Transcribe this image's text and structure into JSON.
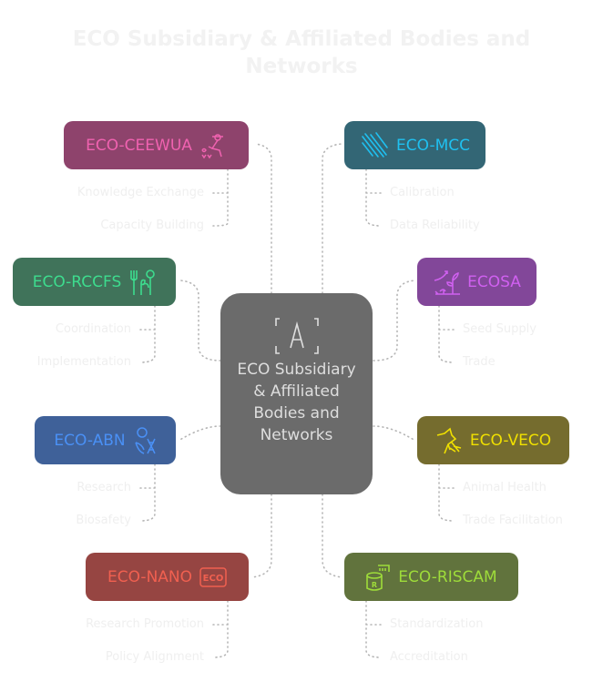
{
  "title": "ECO Subsidiary & Affiliated Bodies and Networks",
  "center": {
    "label": "ECO Subsidiary & Affiliated Bodies and Networks",
    "icon": "text-frame-icon"
  },
  "nodes": [
    {
      "label": "ECO-CEEWUA",
      "icon": "farmer-icon",
      "bg": "#8e436c",
      "fg": "#f062b0",
      "items": [
        "Knowledge Exchange",
        "Capacity Building"
      ]
    },
    {
      "label": "ECO-MCC",
      "icon": "meteor-lines-icon",
      "bg": "#336675",
      "fg": "#1fc0f0",
      "items": [
        "Calibration",
        "Data Reliability"
      ]
    },
    {
      "label": "ECO-RCCFS",
      "icon": "food-security-icon",
      "bg": "#40735a",
      "fg": "#3ddc8e",
      "items": [
        "Coordination",
        "Implementation"
      ]
    },
    {
      "label": "ECOSA",
      "icon": "seed-growth-icon",
      "bg": "#824799",
      "fg": "#d060f0",
      "items": [
        "Seed Supply",
        "Trade"
      ]
    },
    {
      "label": "ECO-ABN",
      "icon": "biotech-scientist-icon",
      "bg": "#3f6199",
      "fg": "#4a90f5",
      "items": [
        "Research",
        "Biosafety"
      ]
    },
    {
      "label": "ECO-VECO",
      "icon": "veterinary-dog-icon",
      "bg": "#756c2e",
      "fg": "#f0e000",
      "items": [
        "Animal Health",
        "Trade Facilitation"
      ]
    },
    {
      "label": "ECO-NANO",
      "icon": "eco-badge-icon",
      "bg": "#964542",
      "fg": "#f06050",
      "items": [
        "Research Promotion",
        "Policy Alignment"
      ]
    },
    {
      "label": "ECO-RISCAM",
      "icon": "standards-cylinder-icon",
      "bg": "#61733d",
      "fg": "#9edc3a",
      "items": [
        "Standardization",
        "Accreditation"
      ]
    }
  ]
}
